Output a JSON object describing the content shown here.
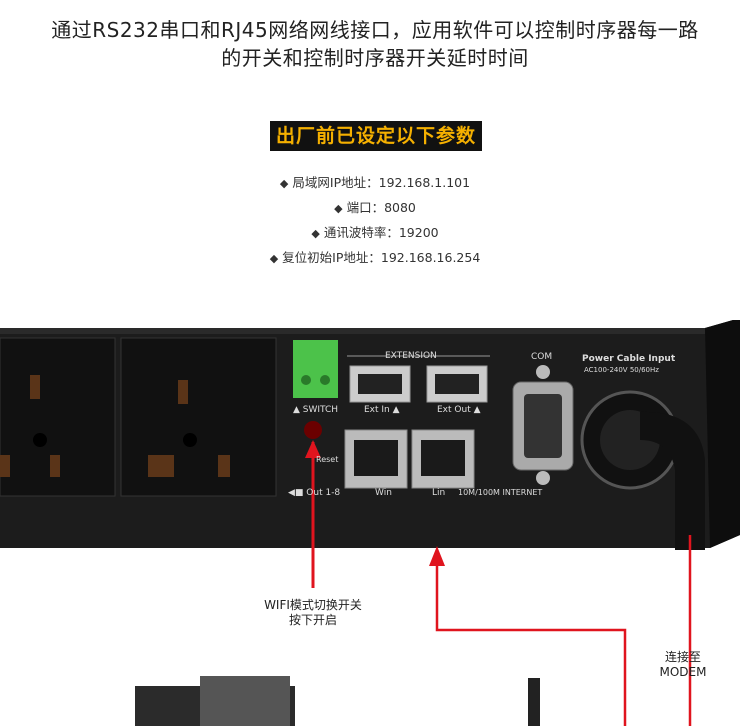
{
  "headline": {
    "line1": "通过RS232串口和RJ45网络网线接口，应用软件可以控制时序器每一路",
    "line2": "的开关和控制时序器开关延时时间"
  },
  "badge": "出厂前已设定以下参数",
  "params": [
    "局域网IP地址：192.168.1.101",
    "端口：8080",
    "通讯波特率：19200",
    "复位初始IP地址：192.168.16.254"
  ],
  "device_labels": {
    "extension": "EXTENSION",
    "com": "COM",
    "power_title": "Power Cable Input",
    "power_spec": "AC100-240V 50/60Hz",
    "switch": "▲ SWITCH",
    "ext_in": "Ext In ▲",
    "ext_out": "Ext Out ▲",
    "reset": "Reset",
    "out": "◀■ Out 1-8",
    "win": "Win",
    "lin": "Lin",
    "internet": "10M/100M INTERNET"
  },
  "callouts": {
    "wifi_line1": "WIFI模式切换开关",
    "wifi_line2": "按下开启",
    "modem_line1": "连接至",
    "modem_line2": "MODEM"
  },
  "colors": {
    "badge_bg": "#111111",
    "badge_text": "#f5b000",
    "arrow": "#e0141e",
    "terminal": "#4cc24a"
  }
}
